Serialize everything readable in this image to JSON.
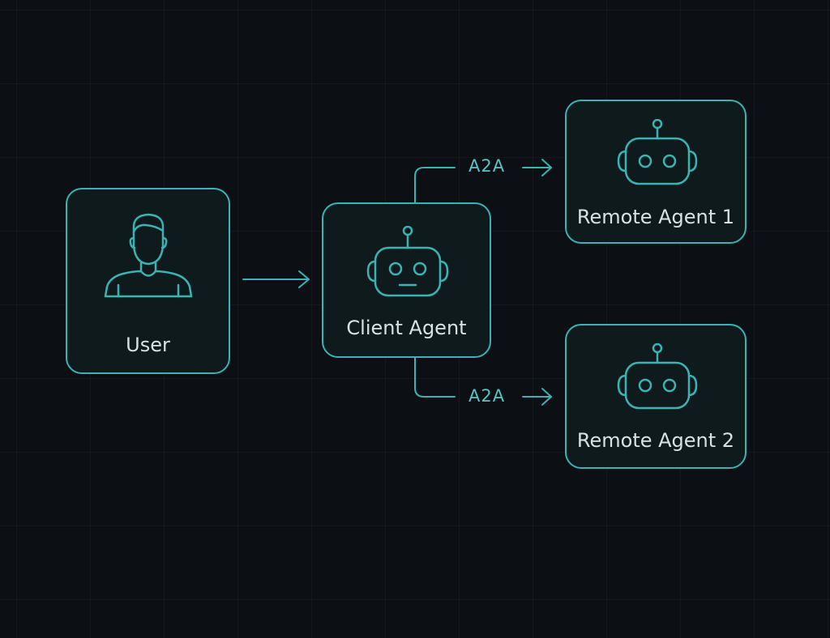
{
  "diagram": {
    "nodes": {
      "user": {
        "label": "User",
        "icon": "user-icon"
      },
      "client_agent": {
        "label": "Client Agent",
        "icon": "robot-icon"
      },
      "remote_agent_1": {
        "label": "Remote Agent 1",
        "icon": "robot-icon"
      },
      "remote_agent_2": {
        "label": "Remote Agent 2",
        "icon": "robot-icon"
      }
    },
    "edges": [
      {
        "from": "user",
        "to": "client_agent",
        "label": ""
      },
      {
        "from": "client_agent",
        "to": "remote_agent_1",
        "label": "A2A"
      },
      {
        "from": "client_agent",
        "to": "remote_agent_2",
        "label": "A2A"
      }
    ]
  },
  "colors": {
    "background": "#0c0f14",
    "accent": "#3bb3b3",
    "text": "#d6e2e4",
    "edge_label": "#58c4c4"
  }
}
